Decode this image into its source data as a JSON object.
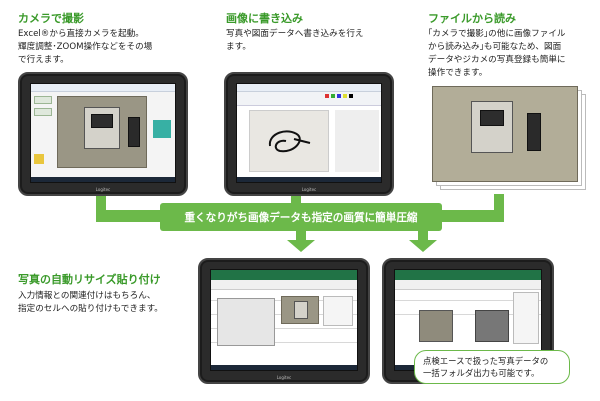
{
  "sections": {
    "camera": {
      "title": "カメラで撮影",
      "desc1": "Excel®から直接カメラを起動。",
      "desc2": "輝度調整･ZOOM操作などをその場",
      "desc3": "で行えます。"
    },
    "write": {
      "title": "画像に書き込み",
      "desc1": "写真や図面データへ書き込みを行え",
      "desc2": "ます。"
    },
    "file": {
      "title": "ファイルから読み",
      "desc1": "｢カメラで撮影｣の他に画像ファイル",
      "desc2": "から読み込み｣も可能なため、図面",
      "desc3": "データやジカメの写真登録も簡単に",
      "desc4": "操作できます。"
    },
    "resize": {
      "title": "写真の自動リサイズ貼り付け",
      "desc1": "入力情報との関連付けはもちろん、",
      "desc2": "指定のセルへの貼り付けもできます。"
    }
  },
  "banner": {
    "text": "重くなりがち画像データも指定の画質に簡単圧縮"
  },
  "callout": {
    "line1": "点検エースで扱った写真データの",
    "line2": "一括フォルダ出力も可能です。"
  },
  "tablet_brand": "Logitec",
  "colors": {
    "accent_green": "#3a9a2a",
    "band_green": "#6cb94a",
    "tablet_body": "#2b2b2b"
  }
}
